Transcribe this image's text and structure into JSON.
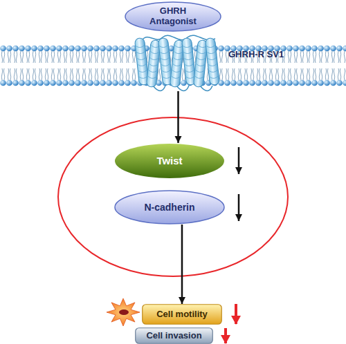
{
  "diagram": {
    "nodes": [
      {
        "text": [
          "GHRH Antagonist"
        ]
      },
      {
        "text": [
          "GHRH-R SV1"
        ]
      },
      {
        "text": [
          "Twist"
        ]
      },
      {
        "text": [
          "N-cadherin"
        ]
      },
      {
        "text": [
          "Cell motility"
        ]
      },
      {
        "text": [
          "Cell invasion"
        ]
      }
    ],
    "edges": [
      {
        "from": 1,
        "to": 2,
        "arrow": "to"
      },
      {
        "from": 3,
        "to": 4,
        "arrow": "to"
      }
    ]
  }
}
